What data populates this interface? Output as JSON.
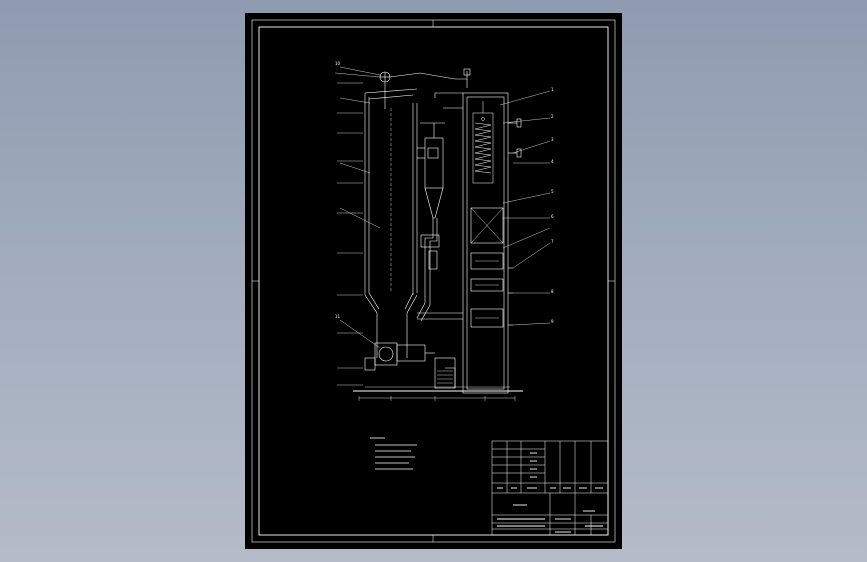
{
  "drawing": {
    "background": "#000000",
    "line_color": "#ffffff",
    "window_background": "#9aa6b8",
    "callout_numbers": [
      "1",
      "2",
      "3",
      "4",
      "5",
      "6",
      "7",
      "8",
      "9",
      "10",
      "11"
    ]
  }
}
